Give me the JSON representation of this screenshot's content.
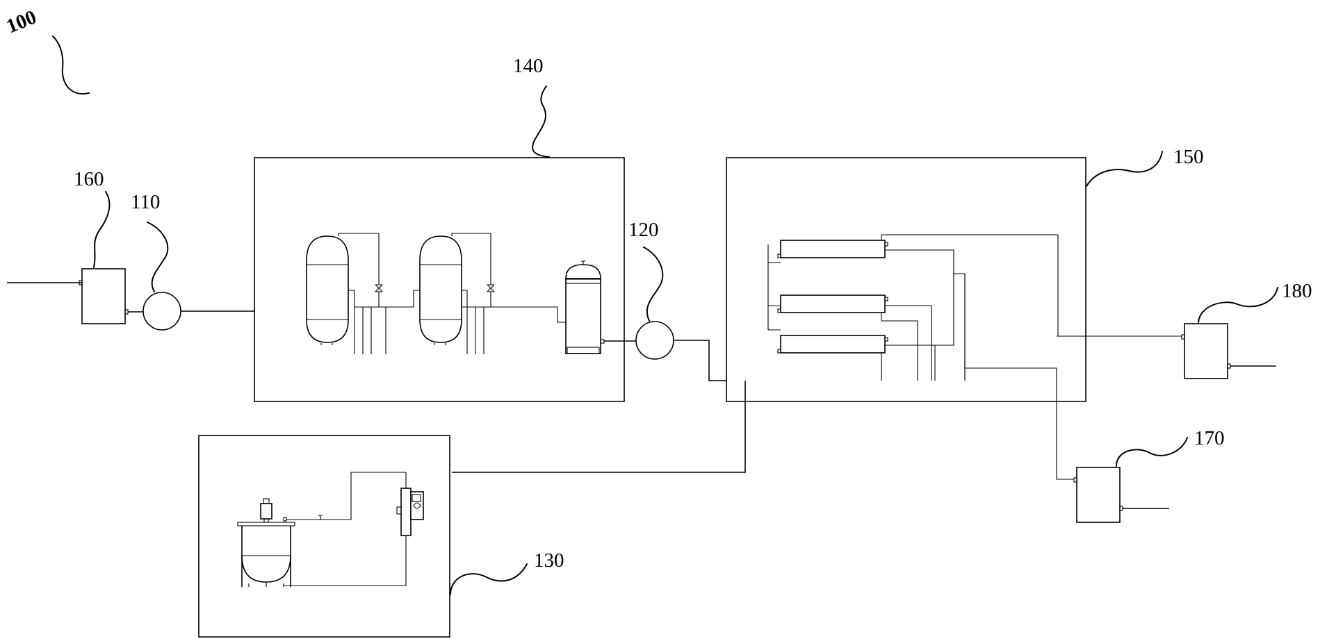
{
  "figure": {
    "system_label": "100",
    "labels": {
      "pump_110": "110",
      "pump_120": "120",
      "unit_130": "130",
      "unit_140": "140",
      "unit_150": "150",
      "box_160": "160",
      "box_170": "170",
      "box_180": "180"
    }
  }
}
